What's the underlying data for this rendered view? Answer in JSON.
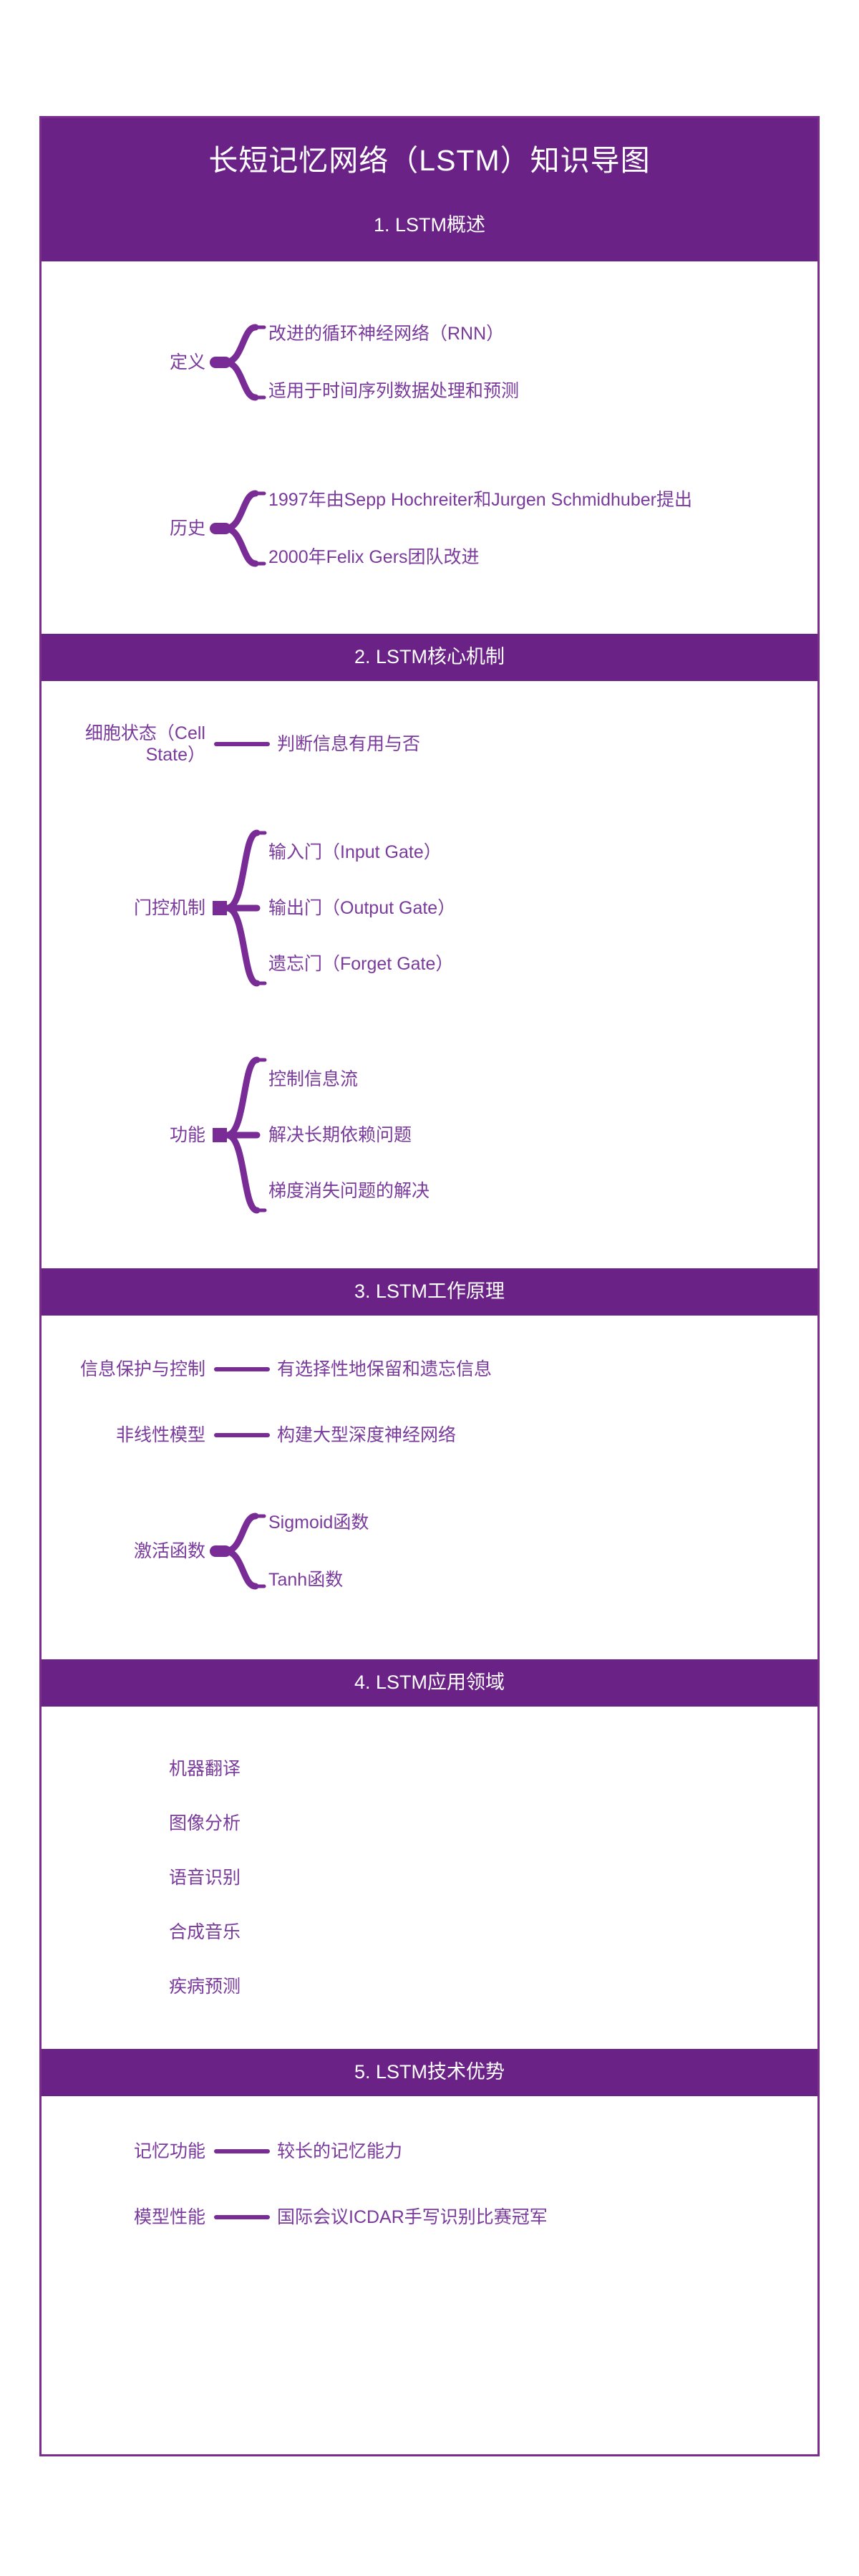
{
  "theme": {
    "band_color": "#6B2286",
    "border_color": "#7B2D8E",
    "text_color": "#7A3A9C",
    "connector_color": "#7A2C96",
    "band_text_color": "#FFFFFF",
    "page_background": "#FFFFFF"
  },
  "header": {
    "main_title": "长短记忆网络（LSTM）知识导图",
    "sub_title": "1. LSTM概述"
  },
  "sections": [
    {
      "id": "overview",
      "title": "1. LSTM概述",
      "has_band": false,
      "groups": [
        {
          "type": "branch",
          "parent": "定义",
          "children": [
            "改进的循环神经网络（RNN）",
            "适用于时间序列数据处理和预测"
          ]
        },
        {
          "type": "branch",
          "parent": "历史",
          "children": [
            "1997年由Sepp Hochreiter和Jurgen Schmidhuber提出",
            "2000年Felix Gers团队改进"
          ]
        }
      ]
    },
    {
      "id": "core-mechanism",
      "title": "2. LSTM核心机制",
      "has_band": true,
      "groups": [
        {
          "type": "leaf",
          "parent": "细胞状态（Cell State）",
          "children": [
            "判断信息有用与否"
          ]
        },
        {
          "type": "branch",
          "parent": "门控机制",
          "children": [
            "输入门（Input Gate）",
            "输出门（Output Gate）",
            "遗忘门（Forget Gate）"
          ]
        },
        {
          "type": "branch",
          "parent": "功能",
          "children": [
            "控制信息流",
            "解决长期依赖问题",
            "梯度消失问题的解决"
          ]
        }
      ]
    },
    {
      "id": "working-principle",
      "title": "3. LSTM工作原理",
      "has_band": true,
      "groups": [
        {
          "type": "leaf",
          "parent": "信息保护与控制",
          "children": [
            "有选择性地保留和遗忘信息"
          ]
        },
        {
          "type": "leaf",
          "parent": "非线性模型",
          "children": [
            "构建大型深度神经网络"
          ]
        },
        {
          "type": "branch",
          "parent": "激活函数",
          "children": [
            "Sigmoid函数",
            "Tanh函数"
          ]
        }
      ]
    },
    {
      "id": "applications",
      "title": "4. LSTM应用领域",
      "has_band": true,
      "items": [
        "机器翻译",
        "图像分析",
        "语音识别",
        "合成音乐",
        "疾病预测"
      ]
    },
    {
      "id": "advantages",
      "title": "5. LSTM技术优势",
      "has_band": true,
      "groups": [
        {
          "type": "leaf",
          "parent": "记忆功能",
          "children": [
            "较长的记忆能力"
          ]
        },
        {
          "type": "leaf",
          "parent": "模型性能",
          "children": [
            "国际会议ICDAR手写识别比赛冠军"
          ]
        }
      ]
    }
  ]
}
